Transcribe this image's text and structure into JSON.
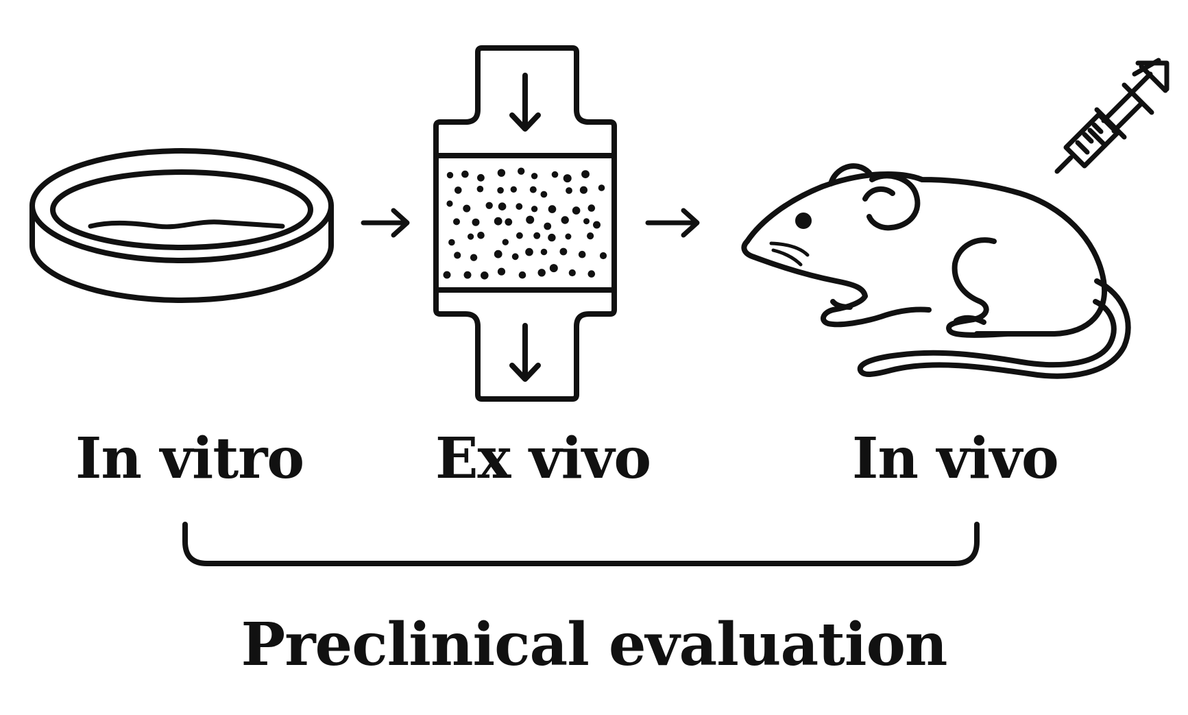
{
  "diagram": {
    "stages": [
      {
        "label": "In vitro",
        "icon": "petri-dish-icon"
      },
      {
        "label": "Ex vivo",
        "icon": "flow-chamber-icon"
      },
      {
        "label": "In vivo",
        "icon": "mouse-with-syringe-icon"
      }
    ],
    "group_label": "Preclinical evaluation",
    "colors": {
      "stroke": "#111111",
      "background": "#ffffff"
    }
  }
}
